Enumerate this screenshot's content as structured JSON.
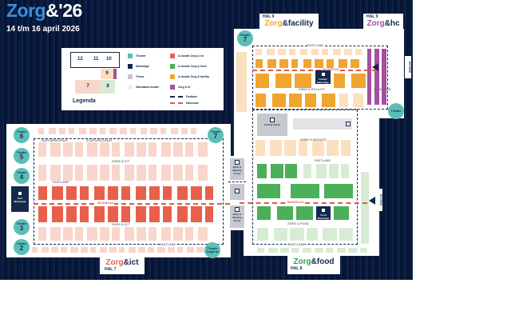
{
  "header": {
    "brand_prefix": "Zorg",
    "brand_suffix": "&'26",
    "dates": "14 t/m 16 april 2026"
  },
  "legend": {
    "title": "Legenda",
    "minimap_halls": [
      "12",
      "11",
      "10",
      "9",
      "7",
      "8"
    ],
    "items": [
      {
        "label": "Theater",
        "color": "#5bbfb5"
      },
      {
        "label": "Mainstage",
        "color": "#13294b"
      },
      {
        "label": "Terras",
        "color": "#c8c8cf"
      },
      {
        "label": "Standaard locatie",
        "color": "#f7efe6"
      },
      {
        "label": "A-locatie Zorg & ict",
        "color": "#e8604c"
      },
      {
        "label": "A-locatie Zorg & food",
        "color": "#4caf5a"
      },
      {
        "label": "A-locatie Zorg & facility",
        "color": "#f0a530"
      },
      {
        "label": "Zorg & hr",
        "color": "#a54fa0"
      }
    ],
    "fastlane": "Fastlane",
    "mainroad": "Mainroad"
  },
  "halls": {
    "ict": {
      "hal": "HAL 7",
      "brand": "Zorg",
      "suffix": "&ict",
      "color": "#e8604c"
    },
    "facility": {
      "hal": "HAL 9",
      "brand": "Zorg",
      "suffix": "&facility",
      "color": "#f0a530"
    },
    "hc": {
      "hal": "HAL 9",
      "brand": "Zorg",
      "suffix": "&hc",
      "color": "#a54fa0"
    },
    "food": {
      "hal": "HAL 8",
      "brand": "Zorg",
      "suffix": "&food",
      "color": "#3a9a4a"
    }
  },
  "labels": {
    "partnerstraat": "PARTNERSTRAAT",
    "starterstraat": "STARTERSTRAAT",
    "zorg_ict": "ZORG & ICT",
    "fastlane": "FASTLANE",
    "mainroad": "MAINROAD",
    "zorg_facility": "ZORG & FACILITY",
    "zorg_hr": "ZORG & HR",
    "zorg_food": "ZORG & FOOD",
    "entree": "ENTREE"
  },
  "theaters": {
    "word": "Theater",
    "t6": "6",
    "t5": "5",
    "t4": "4",
    "t3": "3",
    "t2": "2",
    "t7": "7",
    "zorg_ict": "Zorg& ict"
  },
  "stages": {
    "tech": "Tech Mainstage",
    "facility": "Facility Mainstage",
    "food": "Food Mainstage"
  },
  "terraces": {
    "work": "Work & Meeting Terras",
    "facility": "Facility Terras"
  },
  "info": "i"
}
